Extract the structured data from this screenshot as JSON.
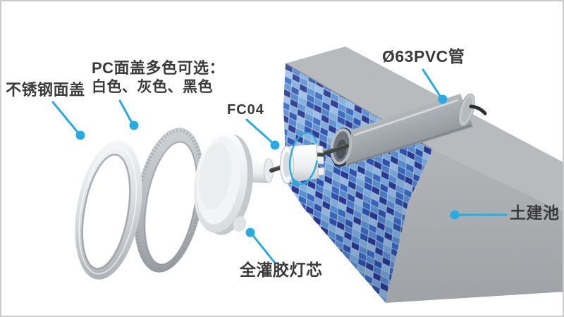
{
  "diagram": {
    "description": "Exploded installation diagram of an underwater pool light through a concrete pool wall",
    "accent_color": "#29ABE2",
    "text_color": "#3A3A3A",
    "callouts": [
      {
        "id": "stainless-cover",
        "label": "不锈钢面盖"
      },
      {
        "id": "pc-cover",
        "label": "PC面盖多色可选：",
        "label2": "白色、灰色、黑色"
      },
      {
        "id": "fc04-fitting",
        "label": "FC04"
      },
      {
        "id": "pvc-pipe",
        "label": "Ø63PVC管"
      },
      {
        "id": "potted-lamp-core",
        "label": "全灌胶灯芯"
      },
      {
        "id": "concrete-pool",
        "label": "土建池"
      }
    ],
    "icons": {
      "callout_dot": "filled-circle",
      "rotation_arrow": "circular-arrow-around-fitting"
    },
    "colors": {
      "mosaic_tiles": [
        "#2b3a96",
        "#2f55b4",
        "#3c6fc8",
        "#5e97d8",
        "#7fb2e4",
        "#9cc5ec"
      ],
      "concrete": "#b6b9bc",
      "pvc_pipe": "#a7acb2",
      "cable": "#3d453f"
    }
  }
}
